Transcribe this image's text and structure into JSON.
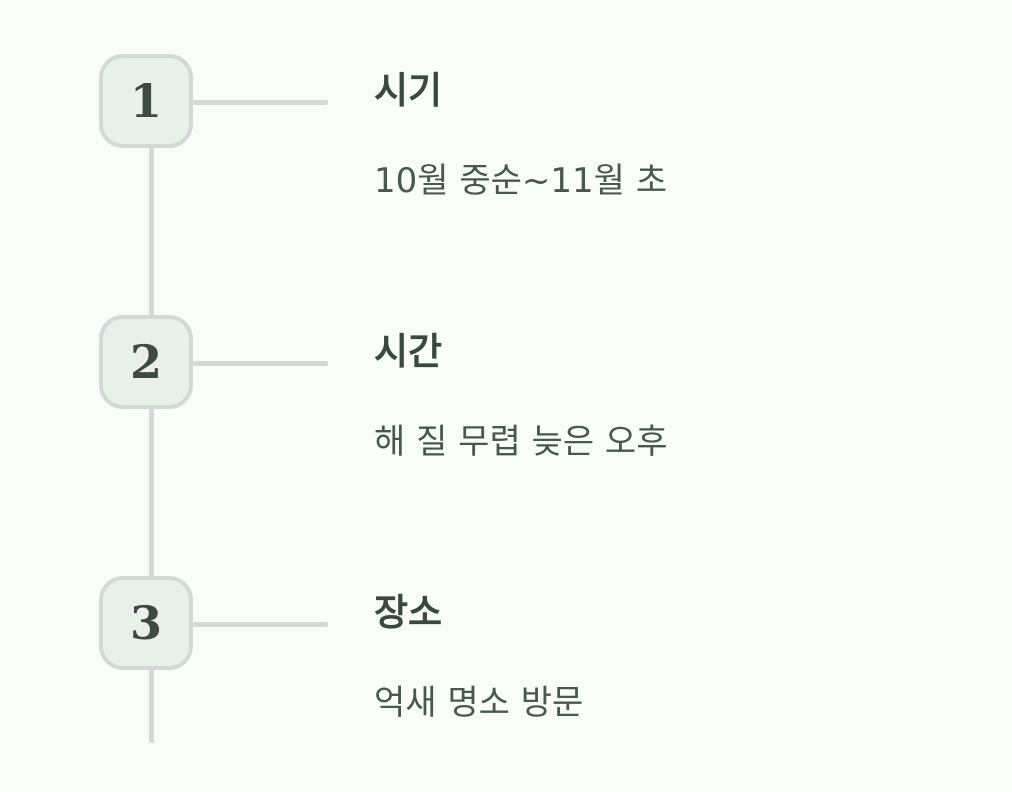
{
  "steps": [
    {
      "number": "1",
      "label": "시기",
      "value": "10월 중순~11월 초"
    },
    {
      "number": "2",
      "label": "시간",
      "value": "해 질 무렵 늦은 오후"
    },
    {
      "number": "3",
      "label": "장소",
      "value": "억새 명소 방문"
    }
  ]
}
